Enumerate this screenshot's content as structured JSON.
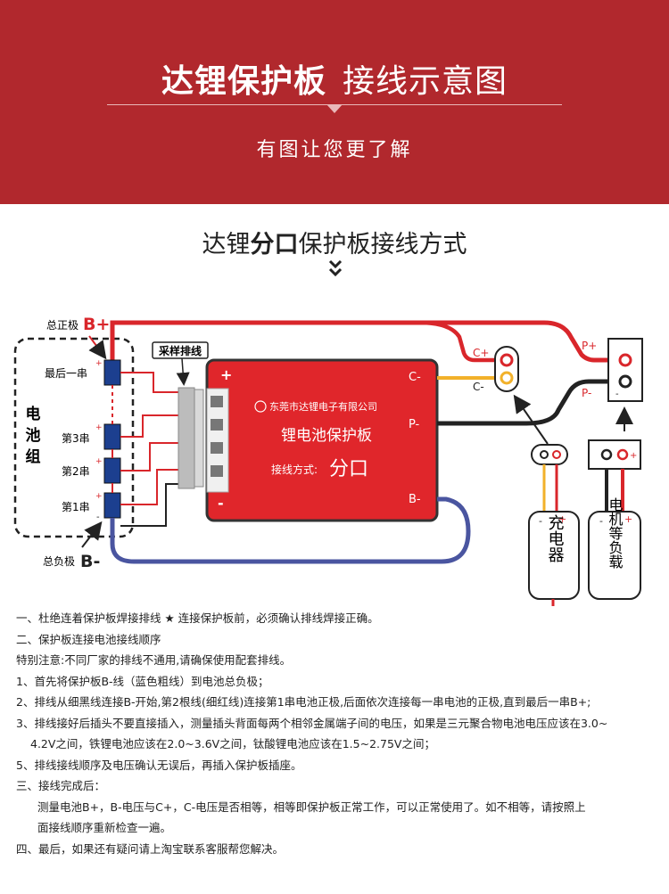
{
  "header": {
    "title_bold": "达锂保护板",
    "title_thin": "接线示意图",
    "subtitle": "有图让您更了解"
  },
  "section": {
    "title_pre": "达锂",
    "title_bold": "分口",
    "title_post": "保护板接线方式"
  },
  "diagram": {
    "pack_positive": "总正极",
    "pack_negative": "总负极",
    "b_plus": "B+",
    "b_minus": "B-",
    "battery_pack": [
      "电",
      "池",
      "组"
    ],
    "cell_last": "最后一串",
    "cell_3": "第3串",
    "cell_2": "第2串",
    "cell_1": "第1串",
    "sampling_harness": "采样排线",
    "board_company": "东莞市达锂电子有限公司",
    "board_name": "锂电池保护板",
    "board_mode_label": "接线方式:",
    "board_mode_value": "分口",
    "board_plus": "+",
    "board_minus": "-",
    "pin_c_minus": "C-",
    "pin_p_minus": "P-",
    "pin_b_minus": "B-",
    "ext_c_plus": "C+",
    "ext_c_minus": "C-",
    "ext_p_plus": "P+",
    "ext_p_minus": "P-",
    "charger": "充电器",
    "load": "电机等负载",
    "plus": "+",
    "minus": "-",
    "colors": {
      "board": "#e0262b",
      "red_wire": "#d9262b",
      "black_wire": "#222222",
      "blue_wire": "#4a55a0",
      "yellow_wire": "#f2b12a",
      "cell": "#1c3f8f"
    }
  },
  "notes": {
    "line1": "一、杜绝连着保护板焊接排线   ★ 连接保护板前，必须确认排线焊接正确。",
    "line2": "二、保护板连接电池接线顺序",
    "line3": "特别注意:不同厂家的排线不通用,请确保使用配套排线。",
    "line4": "1、首先将保护板B-线（蓝色粗线）到电池总负极；",
    "line5": "2、排线从细黑线连接B-开始,第2根线(细红线)连接第1串电池正极,后面依次连接每一串电池的正极,直到最后一串B+;",
    "line6": "3、排线接好后插头不要直接插入，测量插头背面每两个相邻金属端子间的电压，如果是三元聚合物电池电压应该在3.0~",
    "line7": "4.2V之间，铁锂电池应该在2.0~3.6V之间，钛酸锂电池应该在1.5~2.75V之间；",
    "line8": "5、排线接线顺序及电压确认无误后，再插入保护板插座。",
    "line9": "三、接线完成后：",
    "line10": "测量电池B+，B-电压与C+，C-电压是否相等，相等即保护板正常工作，可以正常使用了。如不相等，请按照上",
    "line11": "面接线顺序重新检查一遍。",
    "line12": "四、最后，如果还有疑问请上淘宝联系客服帮您解决。"
  }
}
